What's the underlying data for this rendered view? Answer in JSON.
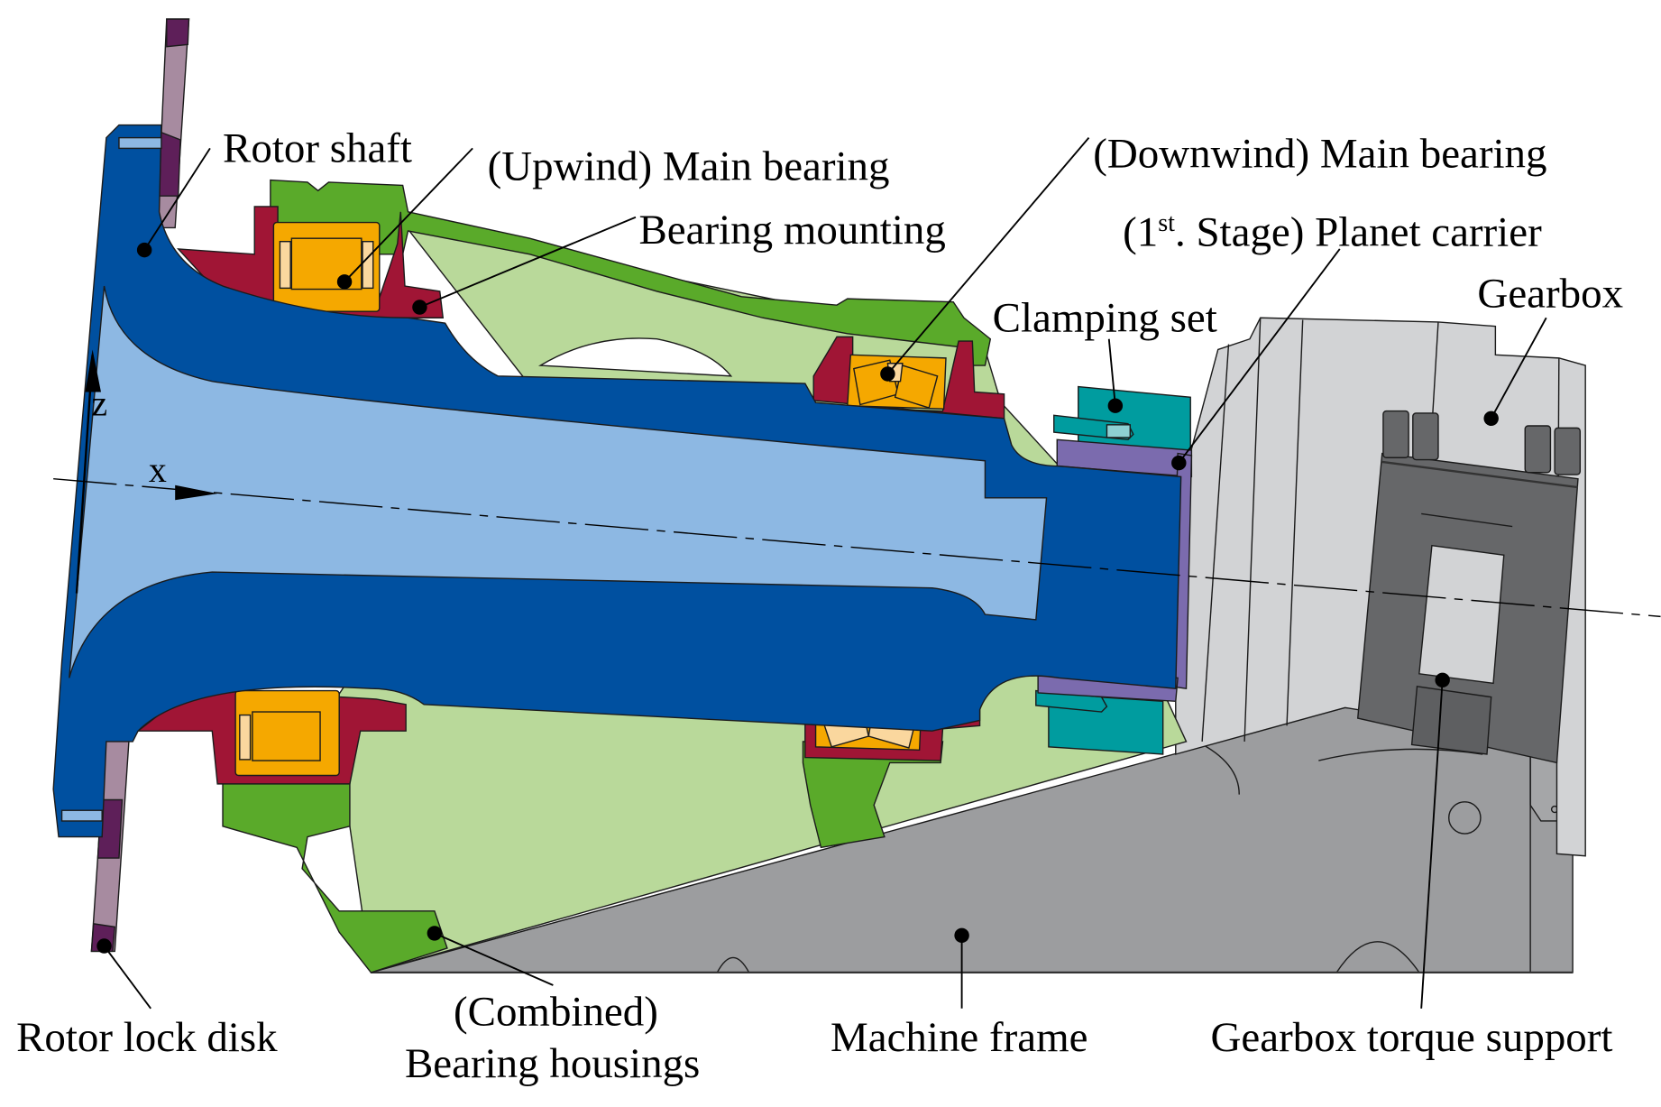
{
  "figure": {
    "title": "Wind turbine drivetrain cross-section",
    "axes": {
      "x_label": "x",
      "z_label": "z"
    },
    "colors": {
      "rotor_shaft": "#0050A0",
      "rotor_shaft_bore": "#8DB8E3",
      "rotor_lock_disk": "#A78BA0",
      "rotor_lock_disk_dark": "#5E1F59",
      "bearing_mounting": "#A01535",
      "main_bearing": "#F5A800",
      "main_bearing_light": "#FAD79E",
      "bearing_housing": "#5AAA2A",
      "bearing_housing_light": "#B9D99A",
      "clamping_set": "#009C9F",
      "clamping_set_light": "#8ED0D2",
      "planet_carrier": "#7B6BAE",
      "gearbox": "#D2D3D5",
      "gearbox_torque_support": "#666769",
      "machine_frame": "#9C9D9F"
    },
    "labels": [
      {
        "id": "rotor-shaft",
        "text": "Rotor shaft"
      },
      {
        "id": "upwind-main-bearing",
        "text": "(Upwind) Main bearing"
      },
      {
        "id": "bearing-mounting",
        "text": "Bearing mounting"
      },
      {
        "id": "downwind-main-bearing",
        "text": "(Downwind) Main bearing"
      },
      {
        "id": "planet-carrier",
        "prefix": "(1",
        "superscript": "st",
        "text": ". Stage) Planet carrier"
      },
      {
        "id": "clamping-set",
        "text": "Clamping set"
      },
      {
        "id": "gearbox",
        "text": "Gearbox"
      },
      {
        "id": "rotor-lock-disk",
        "text": "Rotor lock disk"
      },
      {
        "id": "bearing-housings-line1",
        "text": "(Combined)"
      },
      {
        "id": "bearing-housings-line2",
        "text": "Bearing housings"
      },
      {
        "id": "machine-frame",
        "text": "Machine frame"
      },
      {
        "id": "gearbox-torque-support",
        "text": "Gearbox torque support"
      }
    ]
  }
}
